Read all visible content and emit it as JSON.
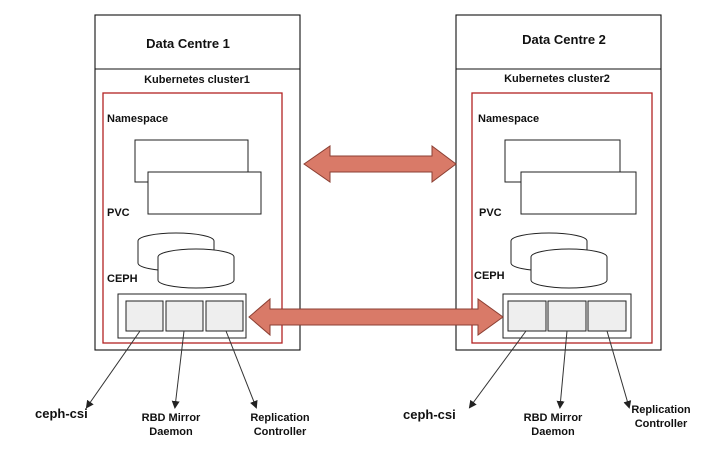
{
  "data_centres": [
    {
      "title": "Data Centre 1",
      "cluster": "Kubernetes cluster1",
      "namespace": "Namespace",
      "pvc": "PVC",
      "ceph": "CEPH"
    },
    {
      "title": "Data Centre 2",
      "cluster": "Kubernetes cluster2",
      "namespace": "Namespace",
      "pvc": "PVC",
      "ceph": "CEPH"
    }
  ],
  "components": {
    "left": {
      "ceph_csi": "ceph-csi",
      "rbd_line1": "RBD Mirror",
      "rbd_line2": "Daemon",
      "replication_line1": "Replication",
      "replication_line2": "Controller"
    },
    "right": {
      "ceph_csi": "ceph-csi",
      "rbd_line1": "RBD Mirror",
      "rbd_line2": "Daemon",
      "replication_line1": "Replication",
      "replication_line2": "Controller"
    }
  },
  "colors": {
    "box_border": "#111111",
    "cluster_border": "#b22222",
    "arrow_fill": "#d97a68",
    "arrow_stroke": "#8b3f33",
    "slot_fill": "#eeeeee"
  }
}
